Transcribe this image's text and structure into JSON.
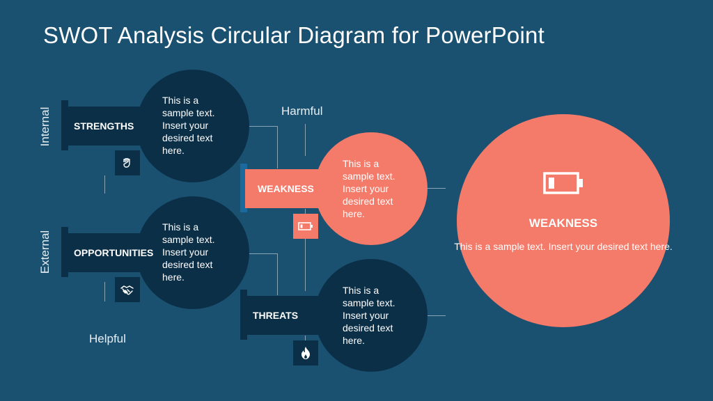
{
  "title": "SWOT Analysis Circular Diagram for PowerPoint",
  "labels": {
    "internal": "Internal",
    "external": "External",
    "harmful": "Harmful",
    "helpful": "Helpful"
  },
  "items": {
    "strengths": {
      "label": "STRENGTHS",
      "text": "This is a sample text. Insert your desired text here.",
      "icon": "raised-fist-icon"
    },
    "opportunities": {
      "label": "OPPORTUNITIES",
      "text": "This is a sample text. Insert your desired text here.",
      "icon": "handshake-icon"
    },
    "weakness": {
      "label": "WEAKNESS",
      "text": "This is a sample text. Insert your desired text here.",
      "icon": "low-battery-icon"
    },
    "threats": {
      "label": "THREATS",
      "text": "This is a sample text. Insert your desired text here.",
      "icon": "fire-icon"
    }
  },
  "highlight": {
    "title": "WEAKNESS",
    "text": "This is a sample text.  Insert your desired text here.",
    "icon": "low-battery-icon"
  },
  "colors": {
    "background": "#1a5070",
    "dark": "#0b2f47",
    "coral": "#f47a69",
    "accent": "#1a6aa0"
  }
}
